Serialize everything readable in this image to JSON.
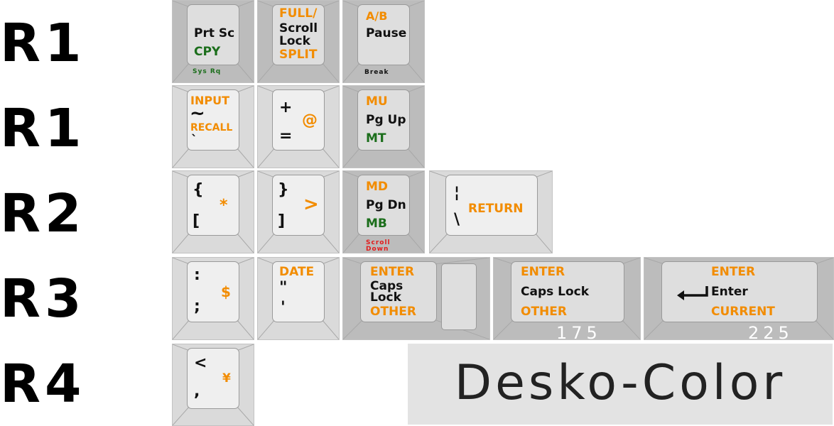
{
  "rows": [
    "R1",
    "R1",
    "R2",
    "R3",
    "R4"
  ],
  "brand": "Desko-Color",
  "keys": {
    "prtsc": {
      "main": "Prt Sc",
      "alt": "CPY",
      "bottom": "Sys Rq"
    },
    "scroll": {
      "top": "FULL/",
      "main1": "Scroll",
      "main2": "Lock",
      "bottom": "SPLIT"
    },
    "pause": {
      "top": "A/B",
      "main": "Pause",
      "bottom": "Break"
    },
    "tilde": {
      "top": "INPUT",
      "shift": "~",
      "fn": "RECALL",
      "base": "`"
    },
    "equal": {
      "shift": "+",
      "base": "=",
      "fn": "@"
    },
    "pgup": {
      "top": "MU",
      "main": "Pg Up",
      "alt": "MT"
    },
    "lbracket": {
      "shift": "{",
      "base": "[",
      "fn": "*"
    },
    "rbracket": {
      "shift": "}",
      "base": "]",
      "fn": ">"
    },
    "pgdn": {
      "top": "MD",
      "main": "Pg Dn",
      "alt": "MB",
      "bottom1": "Scroll",
      "bottom2": "Down"
    },
    "backslash": {
      "shift": "¦",
      "base": "\\",
      "fn": "RETURN"
    },
    "semicolon": {
      "shift": ":",
      "base": ";",
      "fn": "$"
    },
    "quote": {
      "top": "DATE",
      "shift": "\"",
      "base": "'"
    },
    "caps_iso": {
      "top": "ENTER",
      "main1": "Caps",
      "main2": "Lock",
      "bottom": "OTHER"
    },
    "caps_175": {
      "top": "ENTER",
      "main": "Caps Lock",
      "bottom": "OTHER",
      "size": "175"
    },
    "enter_225": {
      "top": "ENTER",
      "main": "Enter",
      "bottom": "CURRENT",
      "size": "225"
    },
    "comma": {
      "shift": "<",
      "base": ",",
      "fn": "¥"
    }
  }
}
